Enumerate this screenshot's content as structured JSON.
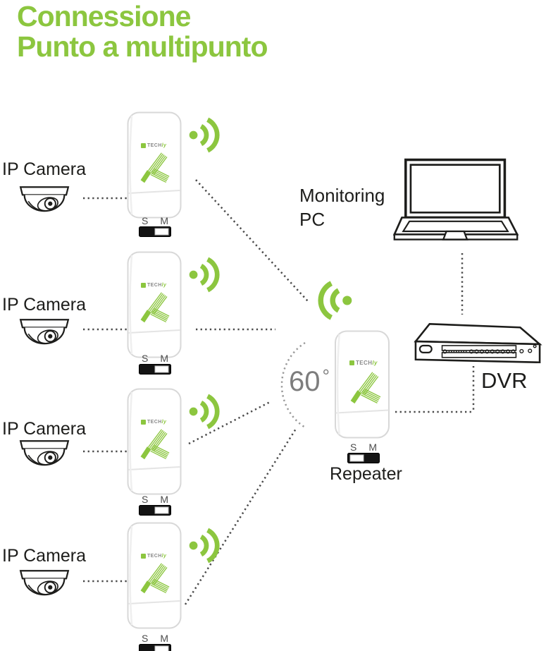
{
  "title": {
    "line1": "Connessione",
    "line2": "Punto a multipunto"
  },
  "colors": {
    "green": "#8CC63F",
    "dark_text": "#1D1D1B",
    "angle_gray": "#7D7D7D",
    "dotted_line": "#4A4A4A"
  },
  "brand": {
    "prefix": "TECH",
    "suffix": "ly"
  },
  "switch_labels": {
    "s": "S",
    "m": "M"
  },
  "cameras": [
    {
      "label": "IP Camera"
    },
    {
      "label": "IP Camera"
    },
    {
      "label": "IP Camera"
    },
    {
      "label": "IP Camera"
    }
  ],
  "access_points": [
    {
      "brand": "TECHly",
      "switch_position": "M"
    },
    {
      "brand": "TECHly",
      "switch_position": "M"
    },
    {
      "brand": "TECHly",
      "switch_position": "M"
    },
    {
      "brand": "TECHly",
      "switch_position": "M"
    }
  ],
  "repeater": {
    "label": "Repeater",
    "brand": "TECHly",
    "switch_position": "S"
  },
  "monitoring_pc": {
    "line1": "Monitoring",
    "line2": "PC"
  },
  "dvr": {
    "label": "DVR"
  },
  "angle": {
    "value": "60",
    "unit": "°"
  },
  "icons": {
    "wifi_right": "wifi-signal-right-icon",
    "wifi_left": "wifi-signal-left-icon",
    "camera": "dome-camera-icon",
    "laptop": "laptop-icon",
    "dvr": "dvr-recorder-icon",
    "k_logo": "techly-k-logo",
    "arc": "beam-angle-arc"
  },
  "connections": [
    {
      "from": "ip-camera-1",
      "to": "access-point-1",
      "style": "dotted"
    },
    {
      "from": "ip-camera-2",
      "to": "access-point-2",
      "style": "dotted"
    },
    {
      "from": "ip-camera-3",
      "to": "access-point-3",
      "style": "dotted"
    },
    {
      "from": "ip-camera-4",
      "to": "access-point-4",
      "style": "dotted"
    },
    {
      "from": "access-point-1",
      "to": "repeater",
      "style": "dotted-wireless"
    },
    {
      "from": "access-point-2",
      "to": "repeater",
      "style": "dotted-wireless"
    },
    {
      "from": "access-point-3",
      "to": "repeater",
      "style": "dotted-wireless"
    },
    {
      "from": "access-point-4",
      "to": "repeater",
      "style": "dotted-wireless"
    },
    {
      "from": "repeater",
      "to": "dvr",
      "style": "dotted"
    },
    {
      "from": "dvr",
      "to": "monitoring-pc",
      "style": "dotted"
    }
  ]
}
